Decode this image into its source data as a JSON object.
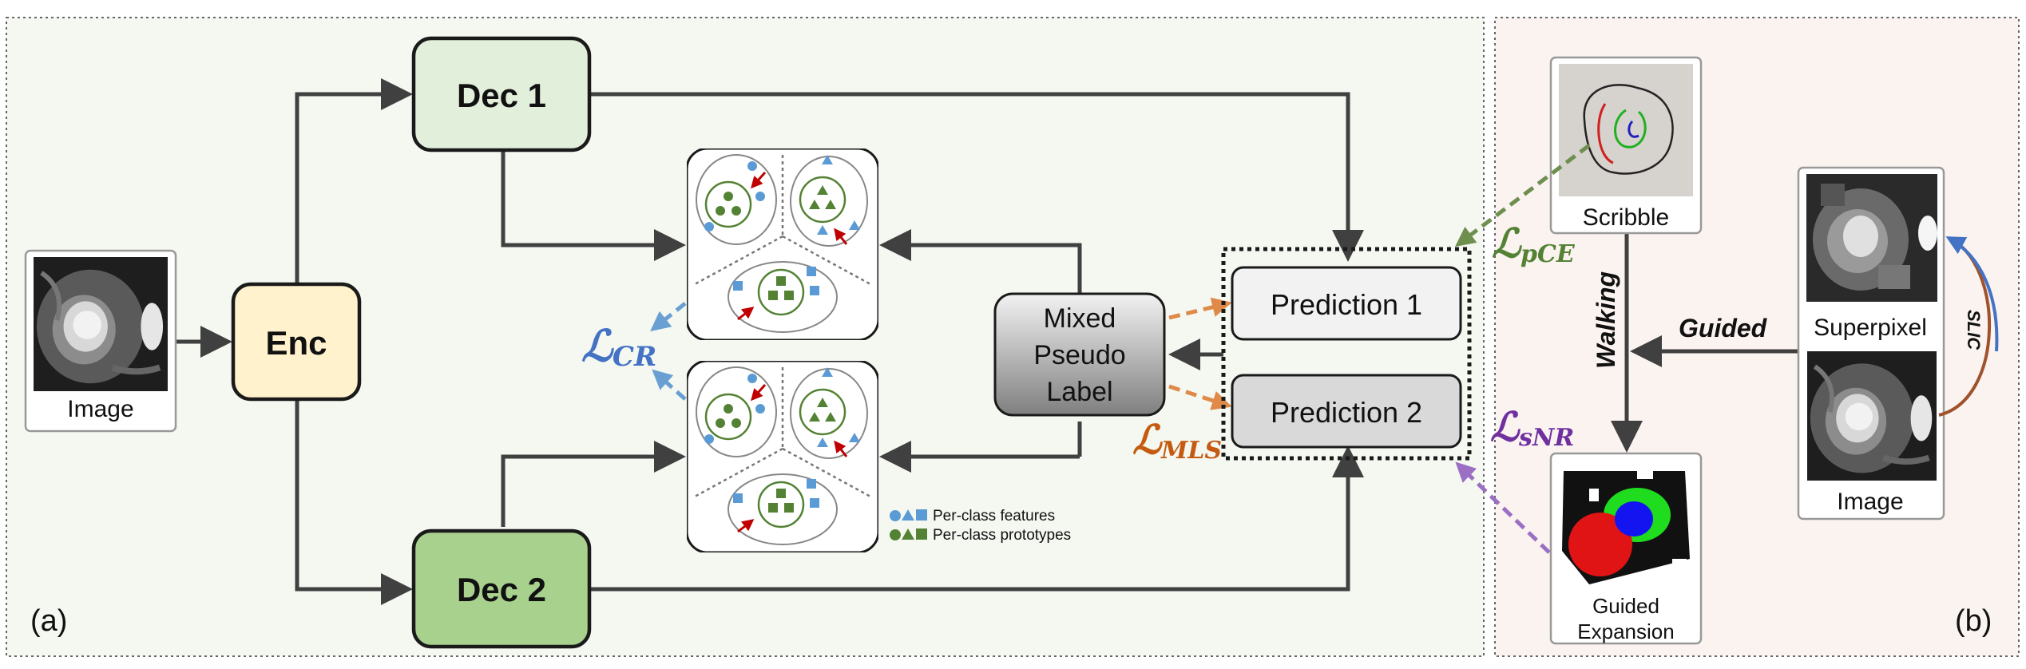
{
  "panel_a": {
    "label": "(a)",
    "nodes": {
      "image": "Image",
      "enc": "Enc",
      "dec1": "Dec 1",
      "dec2": "Dec 2",
      "mixed": [
        "Mixed",
        "Pseudo",
        "Label"
      ],
      "pred1": "Prediction 1",
      "pred2": "Prediction 2"
    },
    "losses": {
      "cr": {
        "main": "ℒ",
        "sub": "CR"
      },
      "mls": {
        "main": "ℒ",
        "sub": "MLS"
      }
    },
    "legend": {
      "features": "Per-class features",
      "prototypes": "Per-class prototypes"
    }
  },
  "panel_b": {
    "label": "(b)",
    "nodes": {
      "scribble": "Scribble",
      "superpixel": "Superpixel",
      "image": "Image",
      "guided_expansion": [
        "Guided",
        "Expansion"
      ]
    },
    "edge_labels": {
      "walking": "Walking",
      "guided": "Guided",
      "slic": "SLIC"
    },
    "losses": {
      "pce": {
        "main": "ℒ",
        "sub": "pCE"
      },
      "snr": {
        "main": "ℒ",
        "sub": "sNR"
      }
    }
  },
  "colors": {
    "panel_a_bg": "#f4f8f1",
    "panel_b_bg": "#fbf3f0",
    "enc_fill": "#fff2cc",
    "dec1_fill": "#e2efda",
    "dec2_fill": "#a9d18e",
    "feature_blue": "#5b9bd5",
    "prototype_green": "#548235",
    "cr_blue": "#4472c4",
    "mls_orange": "#c55a11",
    "pce_green": "#548235",
    "snr_purple": "#7030a0",
    "arrow_red": "#c00000"
  }
}
